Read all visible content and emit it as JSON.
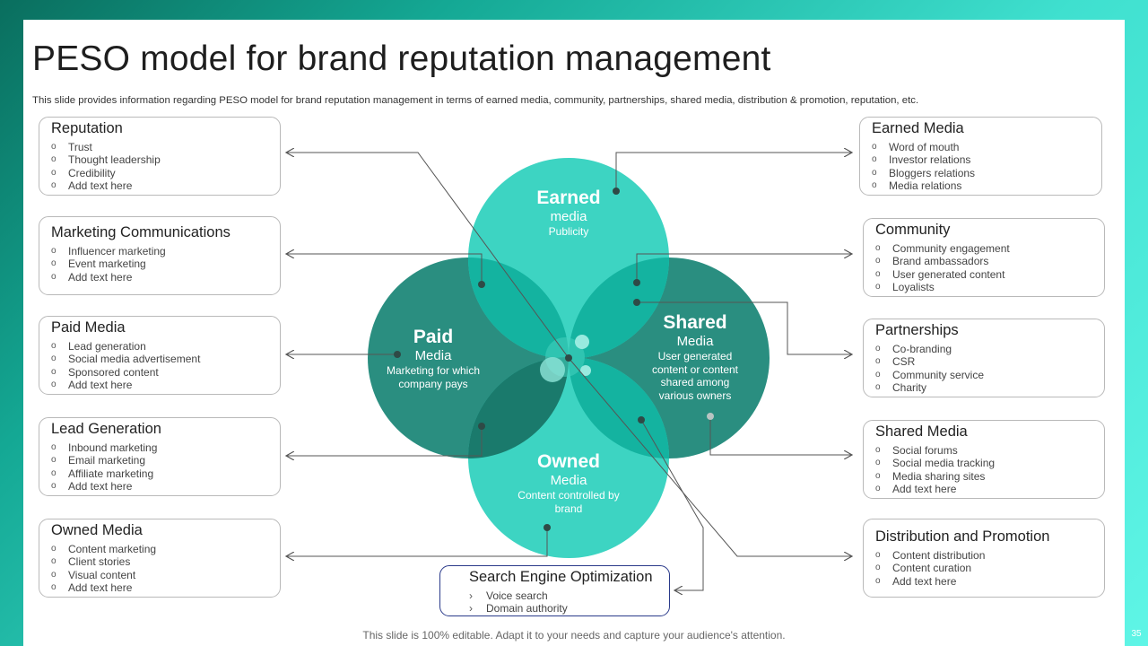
{
  "title": "PESO model for brand reputation management",
  "subtitle": "This slide provides information regarding PESO model for brand reputation management in terms of earned media, community, partnerships, shared media, distribution & promotion, reputation, etc.",
  "footer": "This slide is 100% editable. Adapt it to your needs and capture your audience's attention.",
  "page_number": "35",
  "colors": {
    "earned": "#3dd4c2",
    "paid": "#2a8e80",
    "shared": "#2a8e80",
    "owned": "#3dd4c2",
    "overlap": "#14b3a0",
    "dark_overlap": "#1a7a6c",
    "line": "#555555",
    "dot": "#2f4a46"
  },
  "circles": {
    "earned": {
      "title": "Earned",
      "subtitle": "media",
      "desc": "Publicity"
    },
    "paid": {
      "title": "Paid",
      "subtitle": "Media",
      "desc": "Marketing for which company pays"
    },
    "shared": {
      "title": "Shared",
      "subtitle": "Media",
      "desc": "User generated content or content shared among various owners"
    },
    "owned": {
      "title": "Owned",
      "subtitle": "Media",
      "desc": "Content controlled by brand"
    }
  },
  "boxes": {
    "reputation": {
      "title": "Reputation",
      "items": [
        "Trust",
        "Thought leadership",
        "Credibility",
        "Add text here"
      ]
    },
    "marketing": {
      "title": "Marketing Communications",
      "items": [
        "Influencer marketing",
        "Event marketing",
        "Add text here"
      ]
    },
    "paid_media": {
      "title": "Paid Media",
      "items": [
        "Lead generation",
        "Social media advertisement",
        "Sponsored content",
        "Add text here"
      ]
    },
    "lead_gen": {
      "title": "Lead Generation",
      "items": [
        "Inbound marketing",
        "Email marketing",
        "Affiliate marketing",
        "Add text here"
      ]
    },
    "owned_media": {
      "title": "Owned Media",
      "items": [
        "Content marketing",
        "Client stories",
        "Visual content",
        "Add text here"
      ]
    },
    "earned_media": {
      "title": "Earned Media",
      "items": [
        "Word of mouth",
        "Investor relations",
        "Bloggers relations",
        "Media relations"
      ]
    },
    "community": {
      "title": "Community",
      "items": [
        "Community engagement",
        "Brand ambassadors",
        "User generated content",
        "Loyalists"
      ]
    },
    "partnerships": {
      "title": "Partnerships",
      "items": [
        "Co-branding",
        "CSR",
        "Community service",
        "Charity"
      ]
    },
    "shared_media": {
      "title": "Shared Media",
      "items": [
        "Social forums",
        "Social media tracking",
        "Media sharing sites",
        "Add text here"
      ]
    },
    "distribution": {
      "title": "Distribution and Promotion",
      "items": [
        "Content distribution",
        "Content curation",
        "Add text here"
      ]
    },
    "seo": {
      "title": "Search Engine Optimization",
      "items": [
        "Voice search",
        "Domain authority"
      ]
    }
  }
}
